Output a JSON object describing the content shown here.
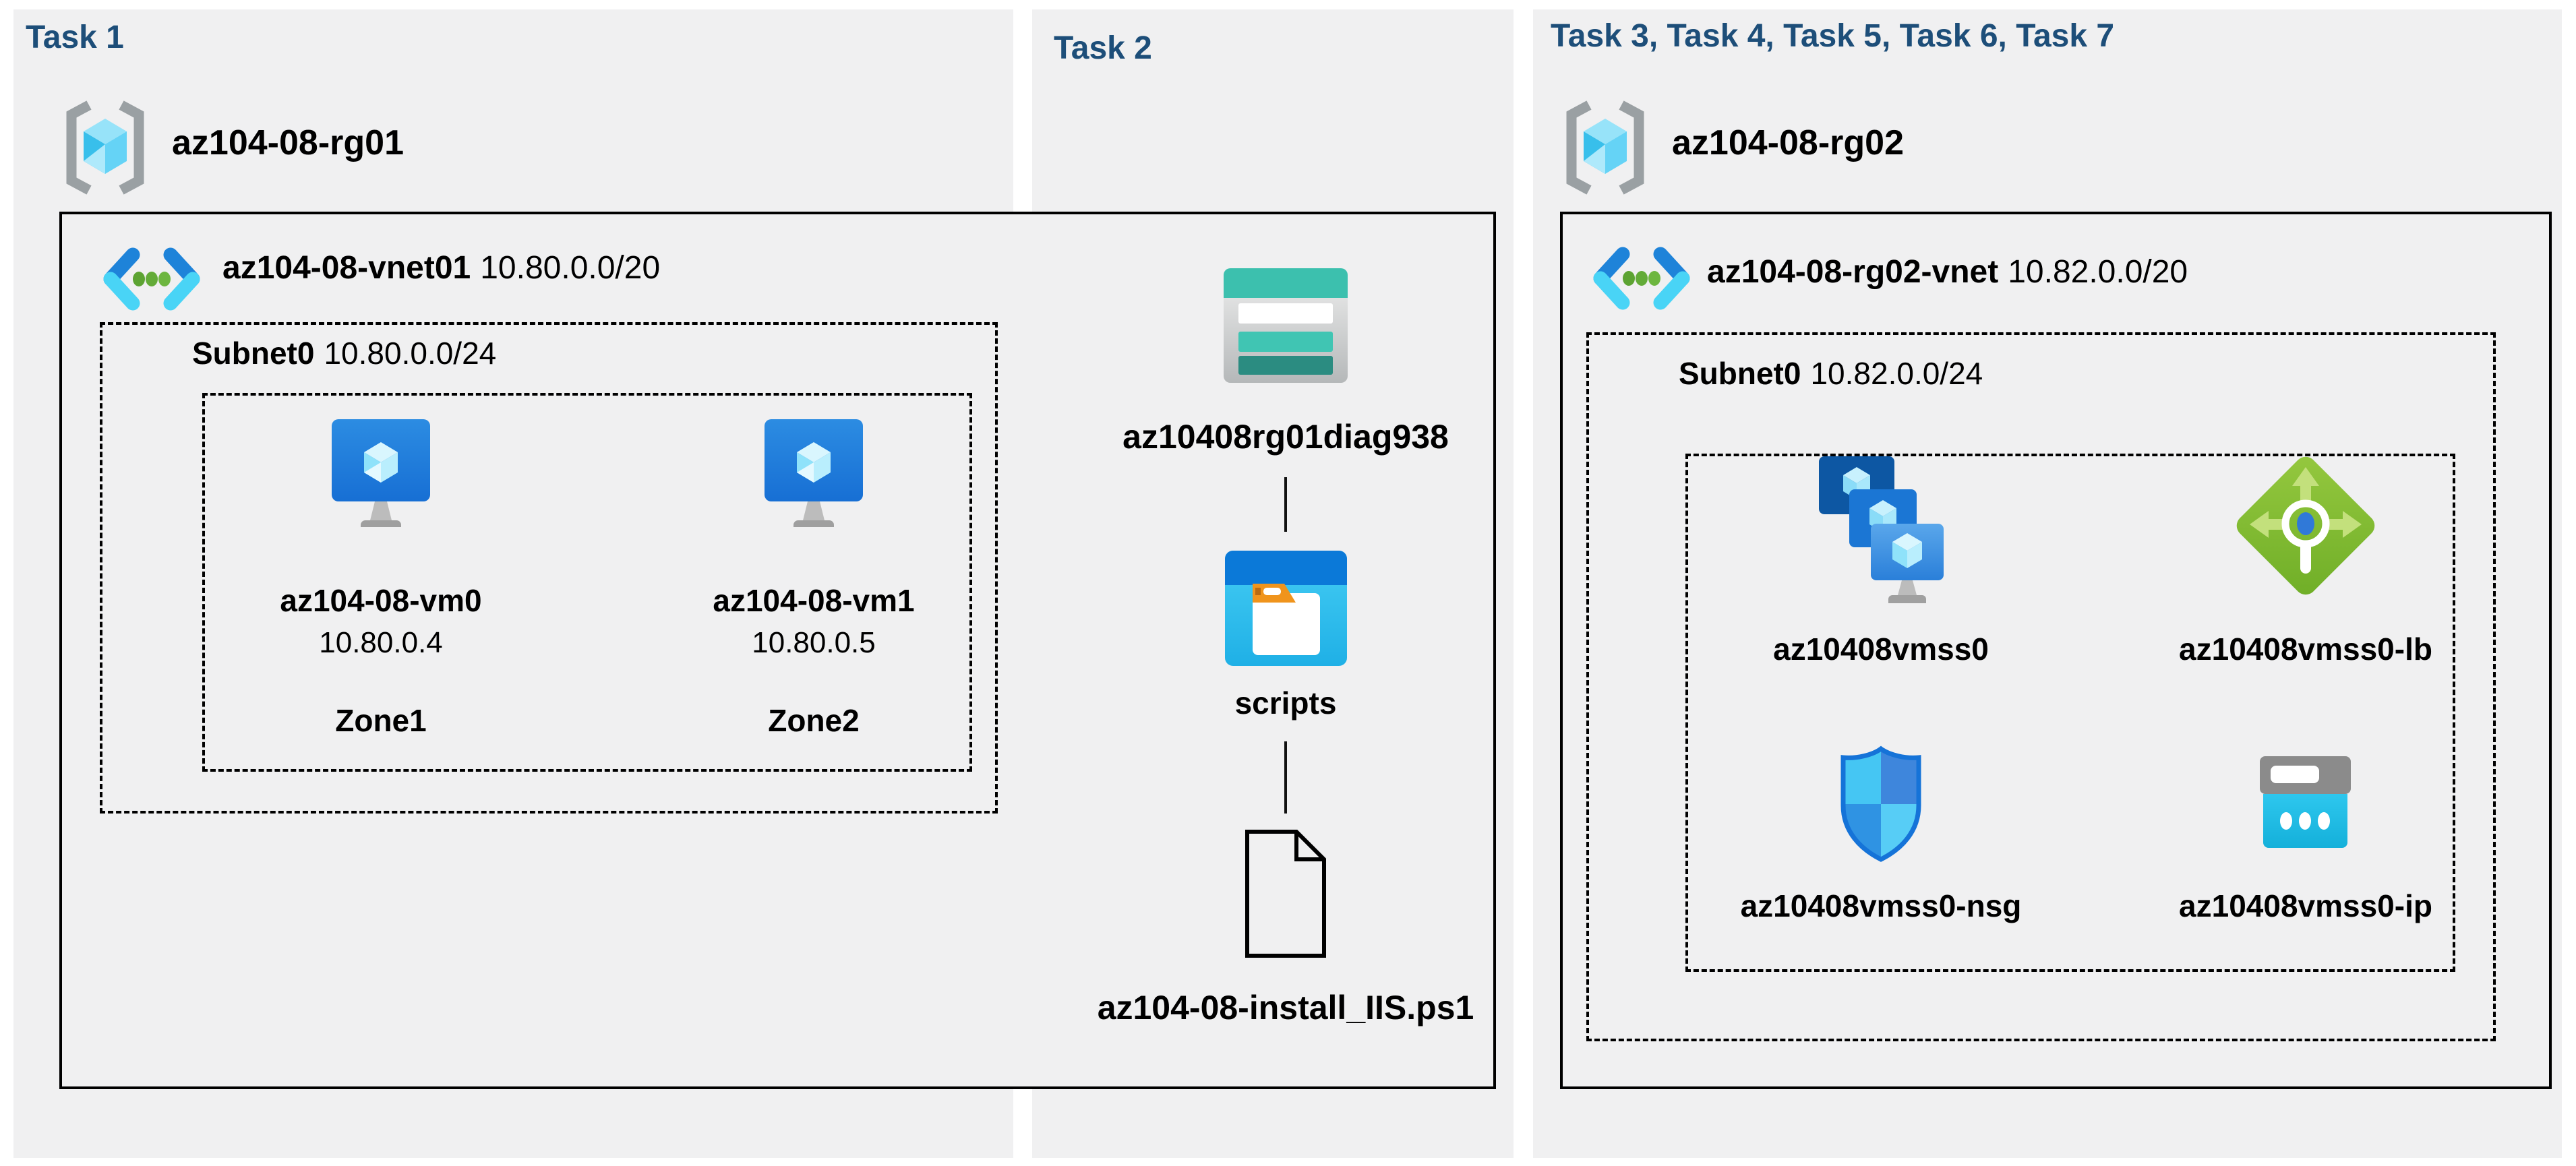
{
  "task1": {
    "heading": "Task 1",
    "resource_group": "az104-08-rg01",
    "vnet": {
      "name": "az104-08-vnet01",
      "cidr": "10.80.0.0/20"
    },
    "subnet": {
      "name": "Subnet0",
      "cidr": "10.80.0.0/24"
    },
    "vms": [
      {
        "name": "az104-08-vm0",
        "ip": "10.80.0.4",
        "zone": "Zone1"
      },
      {
        "name": "az104-08-vm1",
        "ip": "10.80.0.5",
        "zone": "Zone2"
      }
    ]
  },
  "task2": {
    "heading": "Task 2",
    "storage_account": "az10408rg01diag938",
    "container": "scripts",
    "file": "az104-08-install_IIS.ps1"
  },
  "task3": {
    "heading": "Task 3, Task 4, Task 5, Task 6, Task 7",
    "resource_group": "az104-08-rg02",
    "vnet": {
      "name": "az104-08-rg02-vnet",
      "cidr": "10.82.0.0/20"
    },
    "subnet": {
      "name": "Subnet0",
      "cidr": "10.82.0.0/24"
    },
    "resources": [
      {
        "name": "az10408vmss0",
        "icon": "vmss-icon"
      },
      {
        "name": "az10408vmss0-lb",
        "icon": "load-balancer-icon"
      },
      {
        "name": "az10408vmss0-nsg",
        "icon": "nsg-shield-icon"
      },
      {
        "name": "az10408vmss0-ip",
        "icon": "public-ip-icon"
      }
    ]
  },
  "colors": {
    "heading": "#1d4e79",
    "panel_bg": "#f0f0f1",
    "outline": "#000000",
    "vnet_blue": "#1e83d9",
    "vnet_cyan": "#49d4f6",
    "vnet_green": "#63ab38",
    "rg_bracket_gray": "#9aa0a3",
    "vm_blue": "#2c8ce2",
    "storage_teal": "#3cc0ae",
    "scripts_blue": "#0b79d8",
    "scripts_orange": "#f0941c",
    "lb_green": "#7fb832",
    "nsg_blue": "#1573d8",
    "ip_cyan": "#2ec7ee"
  }
}
